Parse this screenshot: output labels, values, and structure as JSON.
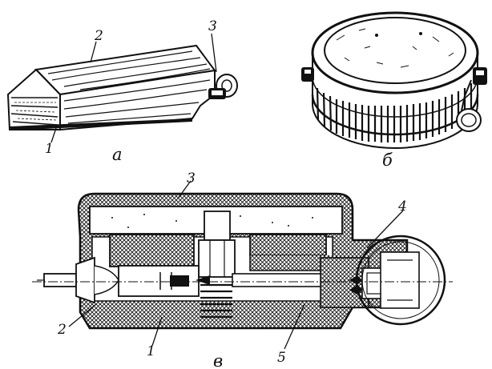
{
  "figure": {
    "panel_a": {
      "caption": "а",
      "labels": [
        "1",
        "2",
        "3"
      ]
    },
    "panel_b": {
      "caption": "б"
    },
    "panel_c": {
      "caption": "в",
      "labels": [
        "1",
        "2",
        "3",
        "4",
        "5"
      ]
    }
  },
  "colors": {
    "ink": "#111111",
    "paper": "#ffffff"
  }
}
